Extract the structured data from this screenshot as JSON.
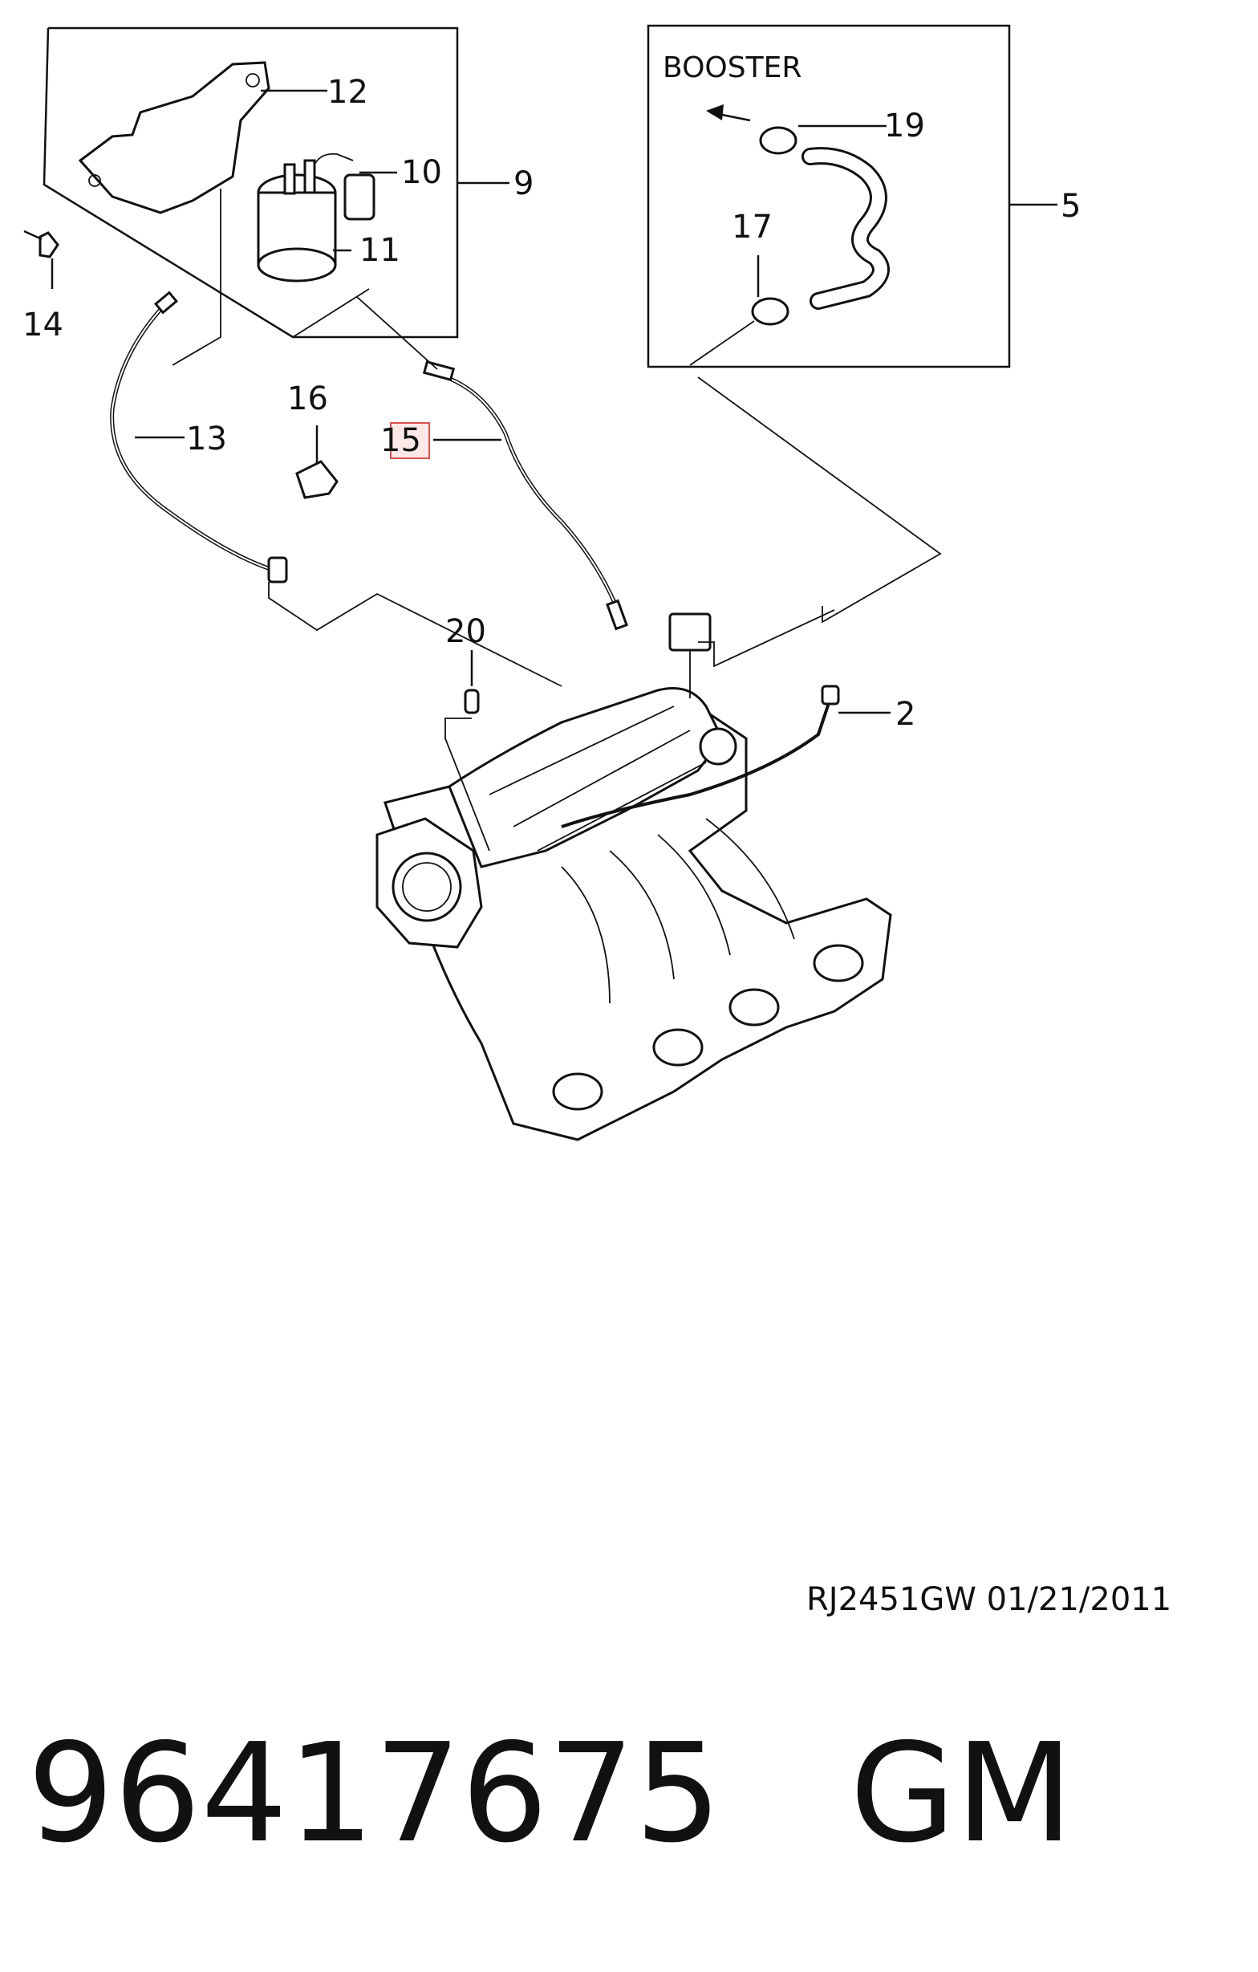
{
  "diagram": {
    "booster_label": "BOOSTER",
    "callouts": {
      "c2": "2",
      "c5": "5",
      "c9": "9",
      "c10": "10",
      "c11": "11",
      "c12": "12",
      "c13": "13",
      "c14": "14",
      "c15": "15",
      "c16": "16",
      "c17": "17",
      "c19": "19",
      "c20": "20"
    },
    "highlight_color": "#d9534f"
  },
  "footer": {
    "reference": "RJ2451GW  01/21/2011",
    "part_number": "96417675",
    "brand": "GM"
  }
}
